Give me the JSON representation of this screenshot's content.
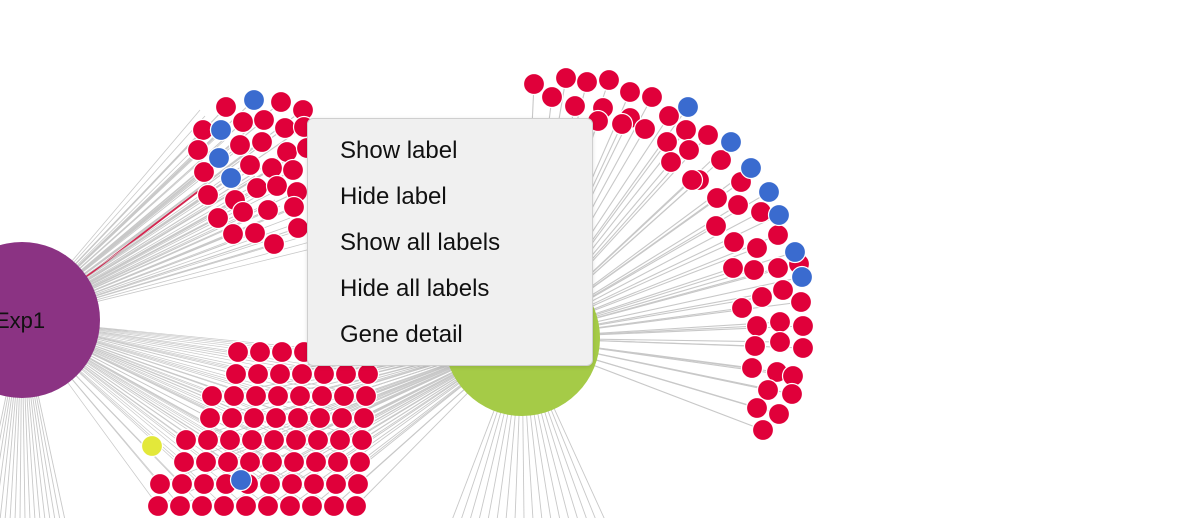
{
  "graph": {
    "hubs": [
      {
        "id": "exp1",
        "label": "Exp1",
        "color": "#8b3383"
      },
      {
        "id": "hub-green",
        "label": "",
        "color": "#a5cb47"
      }
    ],
    "node_colors": {
      "gene": "#e0003a",
      "gene_blue": "#3a6bcf",
      "gene_yellow": "#e3e83a",
      "edge": "#c8c8c8",
      "edge_highlight": "#d4254f"
    }
  },
  "context_menu": {
    "items": [
      {
        "id": "show-label",
        "label": "Show label"
      },
      {
        "id": "hide-label",
        "label": "Hide label"
      },
      {
        "id": "show-all-labels",
        "label": "Show all labels"
      },
      {
        "id": "hide-all-labels",
        "label": "Hide all labels"
      },
      {
        "id": "gene-detail",
        "label": "Gene detail"
      }
    ]
  }
}
